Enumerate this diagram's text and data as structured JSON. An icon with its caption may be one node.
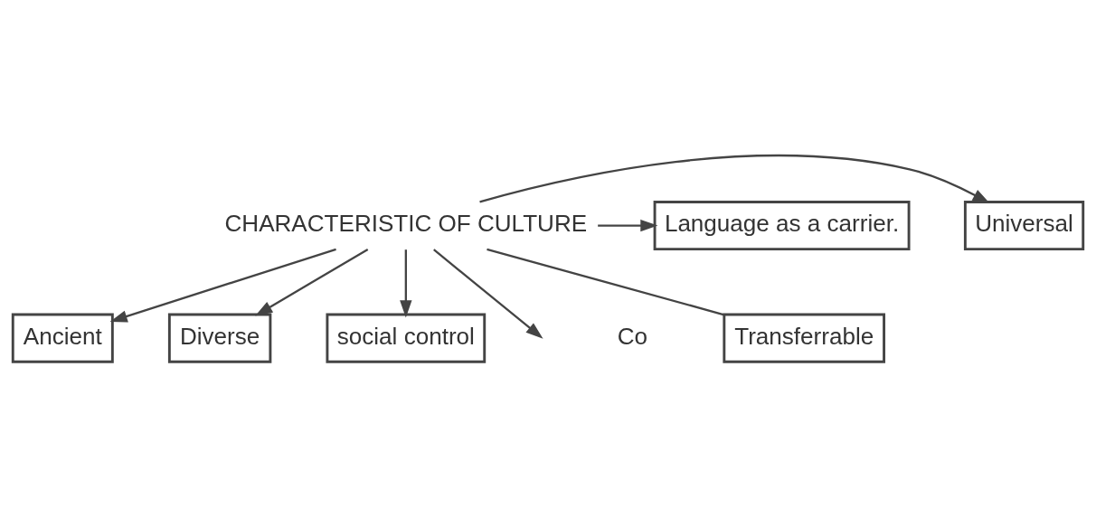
{
  "diagram": {
    "nodes": [
      {
        "text": [
          "Ancient"
        ]
      },
      {
        "text": [
          "Diverse"
        ]
      },
      {
        "text": [
          "social control"
        ]
      },
      {
        "text": [
          "CHARACTERISTIC OF CULTURE"
        ]
      },
      {
        "text": [
          "Universal"
        ]
      },
      {
        "text": [
          "Language as a carrier."
        ]
      },
      {
        "text": [
          "Transferrable"
        ],
        "beside": [
          "Co"
        ]
      }
    ],
    "edges": [
      {
        "from": 3,
        "to": 0,
        "arrow": "to"
      },
      {
        "from": 3,
        "to": 1,
        "arrow": "to"
      },
      {
        "from": 3,
        "to": 2,
        "arrow": "to"
      },
      {
        "from": 3,
        "to": 4,
        "arrow": "to"
      },
      {
        "from": 3,
        "to": 5,
        "arrow": "to"
      },
      {
        "from": 3,
        "to": null,
        "arrow": "to"
      },
      {
        "from": 3,
        "to": 6,
        "arrow": "none"
      }
    ]
  }
}
